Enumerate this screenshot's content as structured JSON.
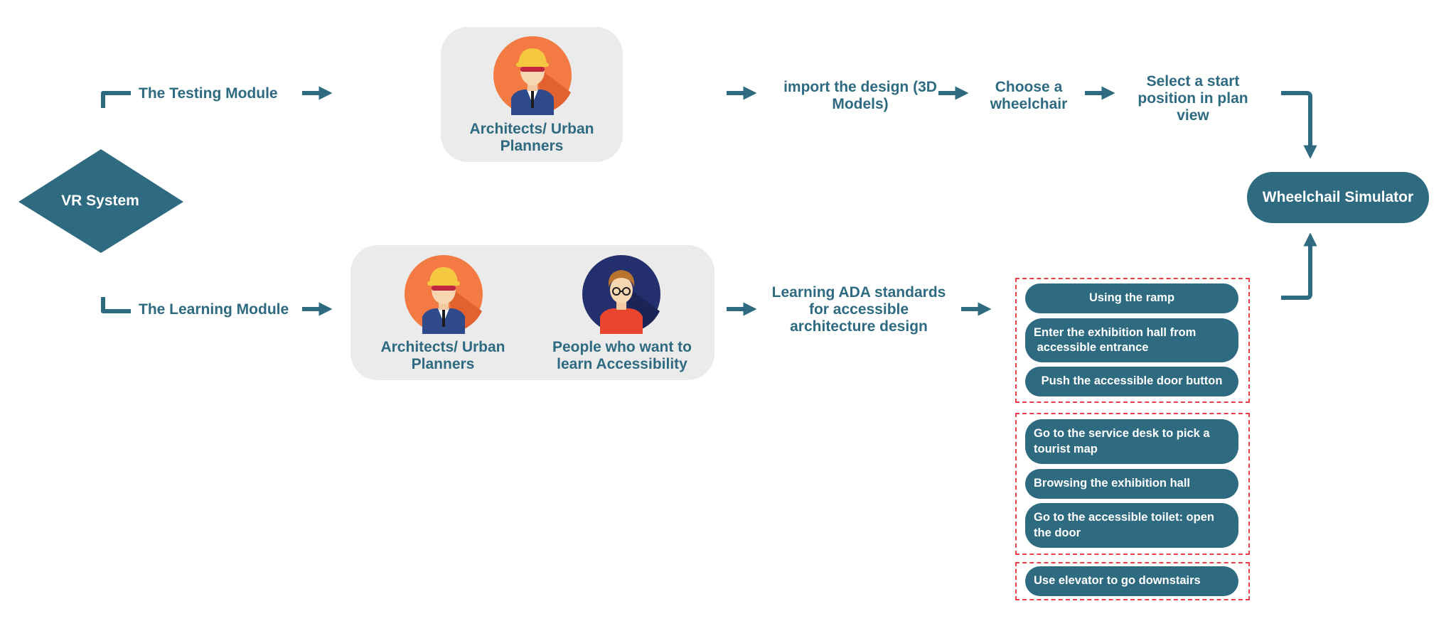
{
  "colors": {
    "primary": "#2e6a80",
    "box_bg": "#ebebeb",
    "dashed": "#e8404a",
    "avatar_orange": "#f37a42",
    "avatar_navy": "#24306e"
  },
  "diamond": {
    "label": "VR System"
  },
  "testing": {
    "module_label": "The Testing Module",
    "persona_label": "Architects/ Urban Planners",
    "steps": [
      "import the design (3D Models)",
      "Choose a wheelchair",
      "Select a start position in plan view"
    ]
  },
  "learning": {
    "module_label": "The Learning Module",
    "persona1_label": "Architects/ Urban Planners",
    "persona2_label": "People who want to learn Accessibility",
    "step": "Learning ADA standards for accessible architecture design"
  },
  "simulator": {
    "label": "Wheelchail Simulator"
  },
  "tasks": {
    "group1": [
      "Using the ramp",
      "Enter the exhibition hall from\n accessible entrance",
      "Push the accessible door button"
    ],
    "group2": [
      "Go to the service desk to pick a tourist map",
      "Browsing the exhibition hall",
      "Go to the accessible toilet: open the door"
    ],
    "group3": [
      "Use elevator to go downstairs"
    ]
  },
  "icons": [
    "architect-avatar-icon",
    "learner-avatar-icon",
    "arrow-right-icon",
    "arrow-down-icon",
    "arrow-up-icon"
  ]
}
